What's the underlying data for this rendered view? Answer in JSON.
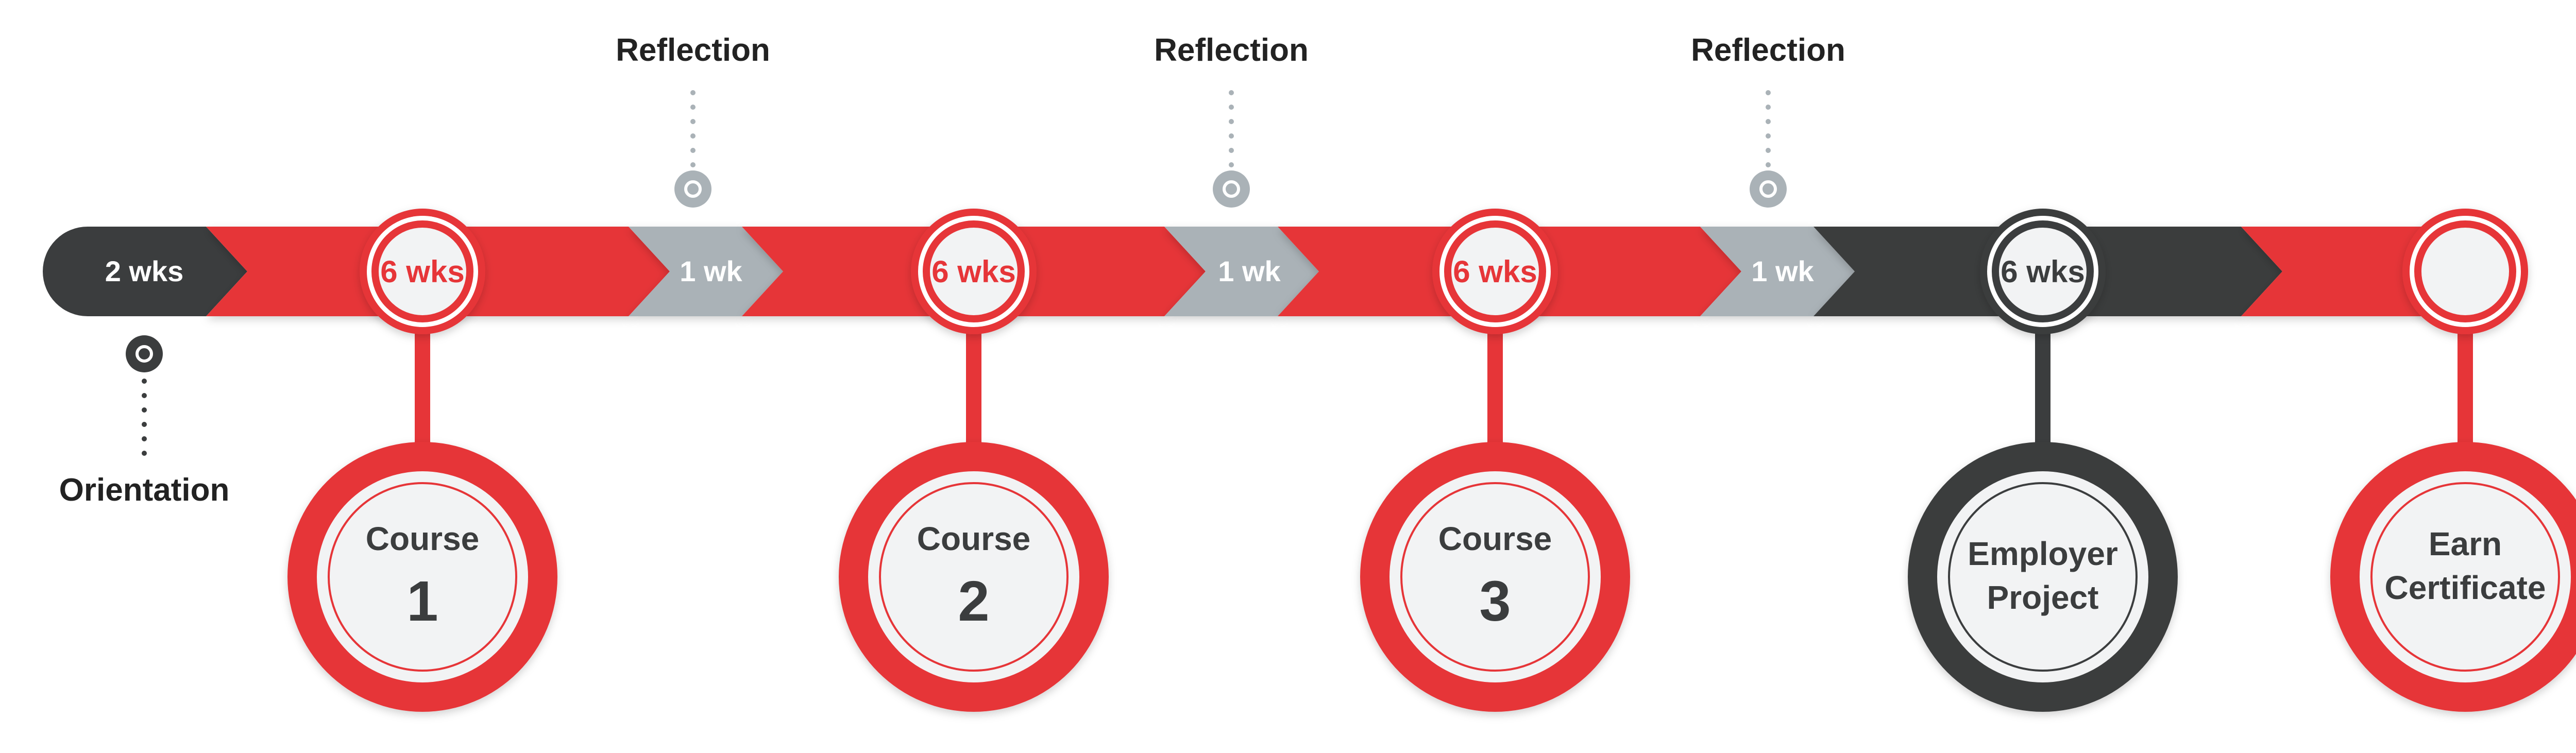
{
  "timeline": {
    "orientation": {
      "duration": "2 wks",
      "label": "Orientation"
    },
    "courses": [
      {
        "duration": "6 wks",
        "title": "Course",
        "number": "1"
      },
      {
        "duration": "6 wks",
        "title": "Course",
        "number": "2"
      },
      {
        "duration": "6 wks",
        "title": "Course",
        "number": "3"
      }
    ],
    "reflections": [
      {
        "duration": "1 wk",
        "label": "Reflection"
      },
      {
        "duration": "1 wk",
        "label": "Reflection"
      },
      {
        "duration": "1 wk",
        "label": "Reflection"
      }
    ],
    "employer_project": {
      "duration": "6 wks",
      "line1": "Employer",
      "line2": "Project"
    },
    "certificate": {
      "line1": "Earn",
      "line2": "Certificate"
    }
  },
  "colors": {
    "red": "#e63538",
    "dark": "#3b3d3e",
    "gray": "#aab2b7",
    "light": "#f2f3f4",
    "white": "#ffffff"
  }
}
